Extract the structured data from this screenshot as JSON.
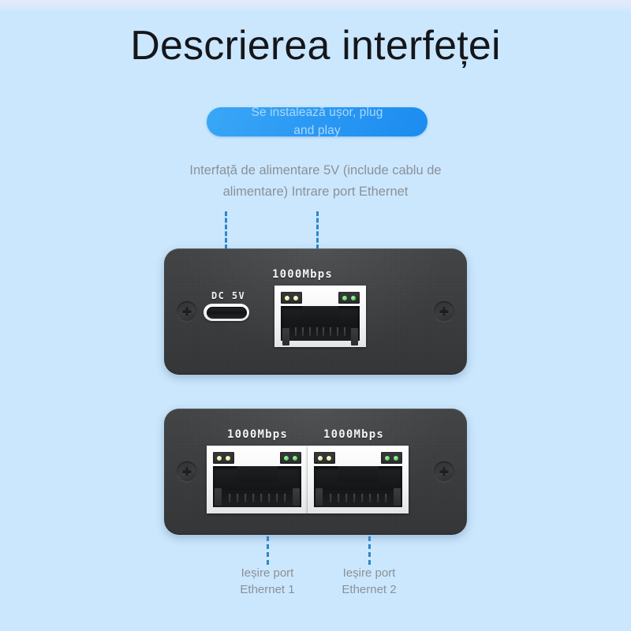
{
  "page": {
    "title": "Descrierea interfeței",
    "background_color": "#cbe7fd",
    "accent_color": "#2d9bf4",
    "text_muted_color": "#8a9199"
  },
  "badge": {
    "label": "Se instalează ușor, plug\nand play",
    "color": "#2d9bf4",
    "text_color": "#a9d8fb"
  },
  "captions": {
    "top": "Interfață de alimentare 5V (include cablu de\nalimentare) Intrare port Ethernet",
    "out_port_1": "Ieșire port\nEthernet 1",
    "out_port_2": "Ieșire port\nEthernet 2"
  },
  "devices": [
    {
      "name": "input-side",
      "ports": [
        {
          "type": "usb-c",
          "label": "DC 5V"
        },
        {
          "type": "rj45",
          "label": "1000Mbps",
          "led_left_color": "#eeeeac",
          "led_right_color": "#63dd63"
        }
      ],
      "screws": 2
    },
    {
      "name": "output-side",
      "ports": [
        {
          "type": "rj45",
          "label": "1000Mbps",
          "led_left_color": "#eeeeac",
          "led_right_color": "#63dd63"
        },
        {
          "type": "rj45",
          "label": "1000Mbps",
          "led_left_color": "#eeeeac",
          "led_right_color": "#63dd63"
        }
      ],
      "screws": 2
    }
  ]
}
